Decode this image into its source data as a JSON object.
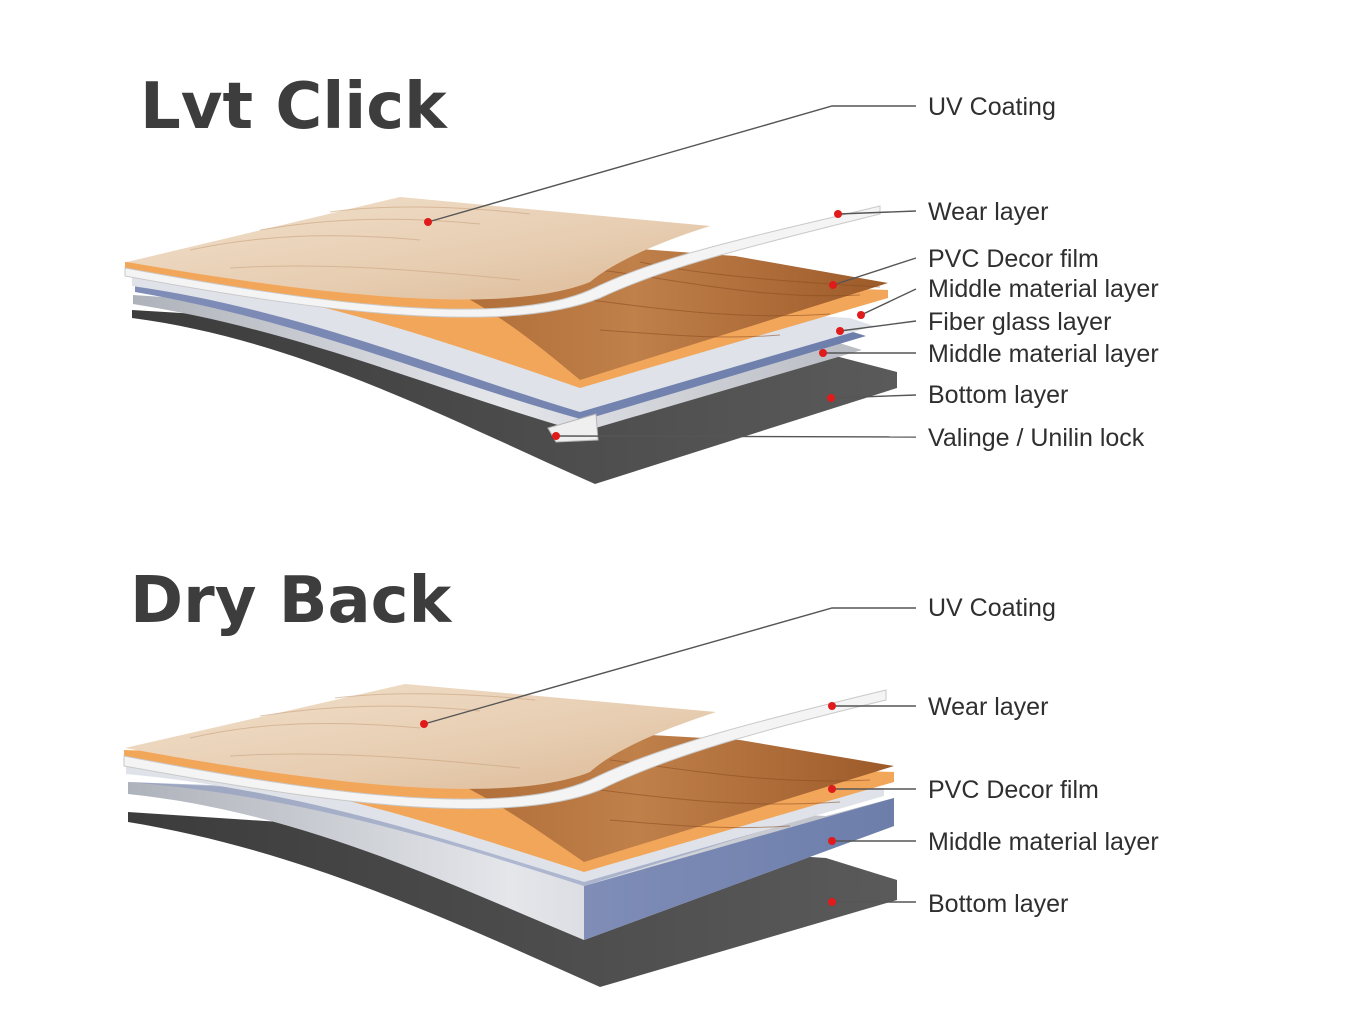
{
  "sections": [
    {
      "title": "Lvt Click",
      "layers": [
        "UV Coating",
        "Wear layer",
        "PVC Decor film",
        "Middle material layer",
        "Fiber glass layer",
        "Middle material layer",
        "Bottom layer",
        "Valinge / Unilin lock"
      ]
    },
    {
      "title": "Dry Back",
      "layers": [
        "UV Coating",
        "Wear layer",
        "PVC Decor film",
        "Middle material layer",
        "Bottom layer"
      ]
    }
  ],
  "colors": {
    "uv_top": "#ecd9c4",
    "decor_film": "#b8753f",
    "orange_edge": "#f2a65a",
    "wear_film": "#f1f1f1",
    "fiber_blue": "#8f9cc2",
    "middle_grey": "#c8cbd2",
    "bottom_dark": "#4a4a4a",
    "dot": "#e01b1b"
  }
}
